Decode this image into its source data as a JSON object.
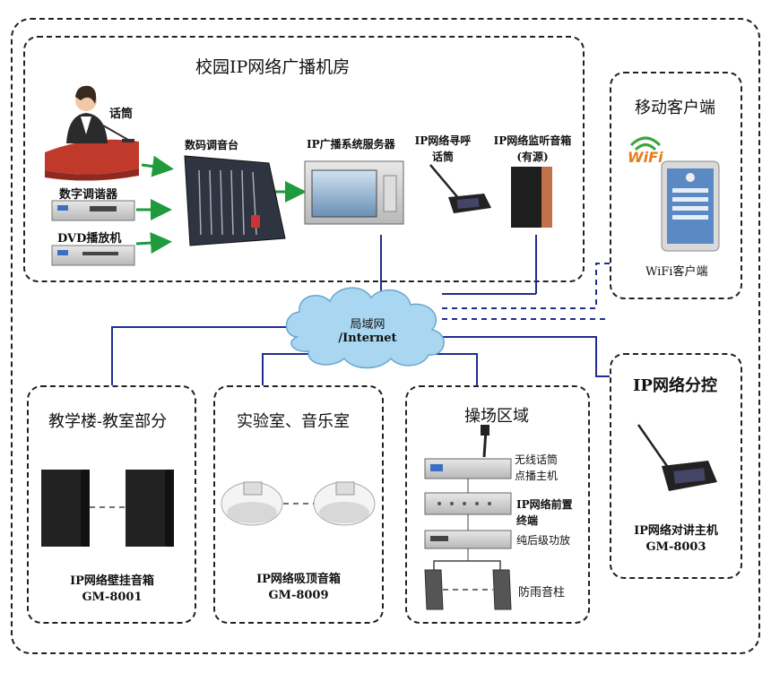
{
  "colors": {
    "line_blue": "#1f2e8f",
    "arrow_green": "#1f9a3c",
    "cloud_fill": "#a9d6f0",
    "border": "#222222",
    "wifi_green": "#3aa63a",
    "wifi_orange": "#e57d1a"
  },
  "control_room": {
    "title": "校园IP网络广播机房",
    "mic_label": "话筒",
    "mixer_label": "数码调音台",
    "tuner_label": "数字调谐器",
    "dvd_label": "DVD播放机",
    "server_label": "IP广播系统服务器",
    "paging_mic_line1": "IP网络寻呼",
    "paging_mic_line2": "话筒",
    "monitor_line1": "IP网络监听音箱",
    "monitor_line2": "(有源)"
  },
  "mobile": {
    "title": "移动客户端",
    "wifi_logo": "WiFi",
    "client_label": "WiFi客户端"
  },
  "network": {
    "line1": "局域网",
    "line2": "/Internet"
  },
  "teaching": {
    "title": "教学楼-教室部分",
    "device_line1": "IP网络壁挂音箱",
    "device_line2": "GM-8001"
  },
  "lab": {
    "title": "实验室、音乐室",
    "device_line1": "IP网络吸顶音箱",
    "device_line2": "GM-8009"
  },
  "playground": {
    "title": "操场区域",
    "wireless_line1": "无线话筒",
    "wireless_line2": "点播主机",
    "front_line1": "IP网络前置",
    "front_line2": "终端",
    "amp_label": "纯后级功放",
    "column_label": "防雨音柱"
  },
  "branch": {
    "title": "IP网络分控",
    "device_line1": "IP网络对讲主机",
    "device_line2": "GM-8003"
  }
}
